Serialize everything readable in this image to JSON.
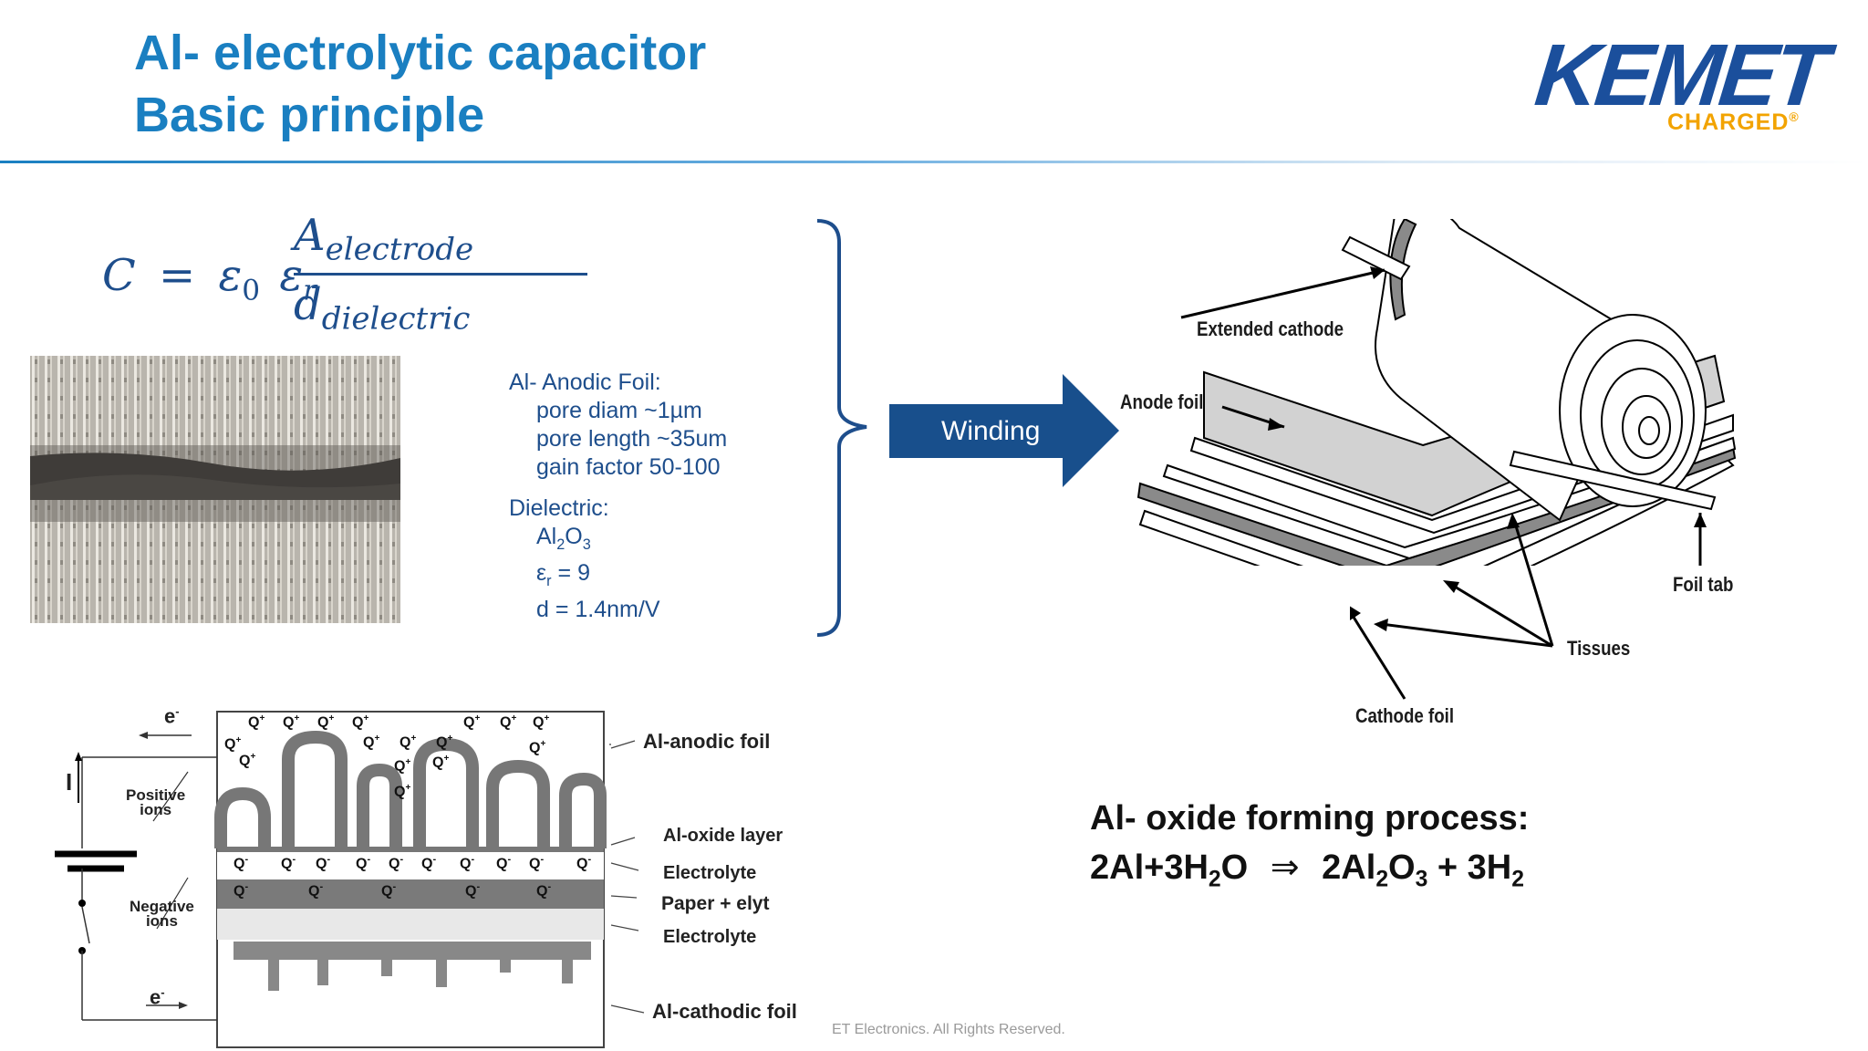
{
  "header": {
    "title_line1": "Al- electrolytic capacitor",
    "title_line2": "Basic principle"
  },
  "logo": {
    "brand": "KEMET",
    "tagline": "CHARGED",
    "brand_color": "#1b4f9c",
    "tagline_color": "#f2a300"
  },
  "formula": {
    "lhs": "C",
    "eq": "=",
    "eps0": "ε",
    "eps0_sub": "0",
    "epsr": "ε",
    "epsr_sub": "r",
    "num_main": "A",
    "num_sub": "electrode",
    "den_main": "d",
    "den_sub": "dielectric"
  },
  "specs": {
    "anodic_heading": "Al- Anodic Foil:",
    "pore_diam": "pore diam ~1µm",
    "pore_length": "pore length ~35um",
    "gain_factor": "gain factor 50-100",
    "dielectric_heading": "Dielectric:",
    "al_main": "Al",
    "al_sub": "2",
    "o_main": "O",
    "o_sub": "3",
    "er_main": "ε",
    "er_sub": "r",
    "er_value": " = 9",
    "d_value": "d = 1.4nm/V"
  },
  "arrow": {
    "label": "Winding",
    "color": "#184f8c"
  },
  "winding_diagram": {
    "extended_cathode": "Extended cathode",
    "anode_foil": "Anode foil",
    "foil_tab": "Foil tab",
    "tissues": "Tissues",
    "cathode_foil": "Cathode foil"
  },
  "cross_section": {
    "e_top": "e",
    "e_top_sup": "-",
    "current_i": "I",
    "positive_ions": "Positive",
    "positive_ions2": "ions",
    "negative_ions": "Negative",
    "negative_ions2": "ions",
    "e_bottom": "e",
    "e_bottom_sup": "-",
    "al_anodic_foil": "Al-anodic foil",
    "al_oxide_layer": "Al-oxide layer",
    "electrolyte_top": "Electrolyte",
    "paper_elyt": "Paper + elyt",
    "electrolyte_bottom": "Electrolyte",
    "al_cathodic_foil": "Al-cathodic foil",
    "q_plus": "Q",
    "plus_sign": "+",
    "minus_sign": "-"
  },
  "process": {
    "title": "Al- oxide forming process:",
    "r1": "2Al+3H",
    "r1_sub": "2",
    "r2": "O",
    "arrow": "⇒",
    "p1": "2Al",
    "p1_sub": "2",
    "p2": "O",
    "p2_sub": "3",
    "p3": " + 3H",
    "p3_sub": "2"
  },
  "footer": {
    "text": "ET Electronics. All Rights Reserved."
  }
}
